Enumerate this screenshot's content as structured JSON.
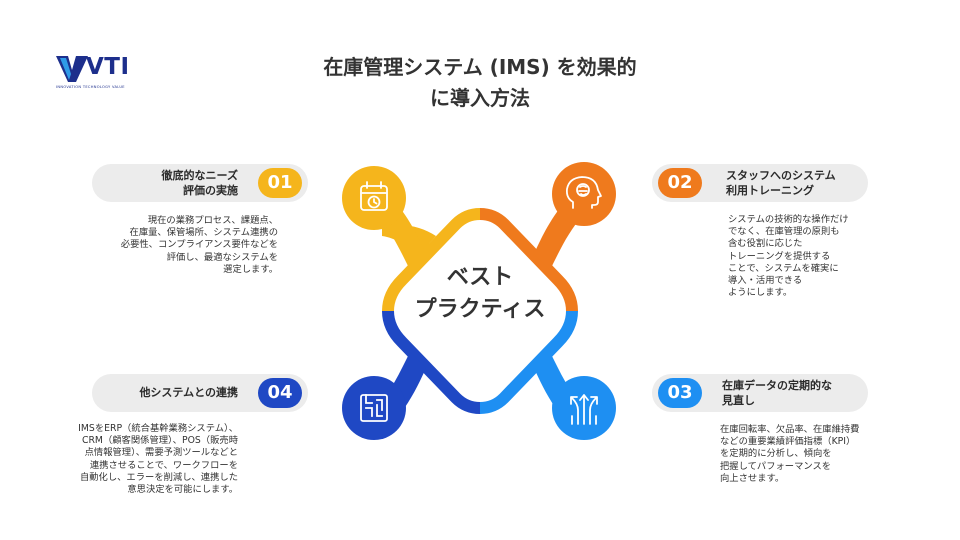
{
  "logo": {
    "word": "VTI",
    "tagline": "INNOVATION TECHNOLOGY VALUE"
  },
  "title": {
    "line1": "在庫管理システム (IMS) を効果的",
    "line2": "に導入方法"
  },
  "center": {
    "line1": "ベスト",
    "line2": "プラクティス"
  },
  "colors": {
    "yellow": "#f5b51c",
    "orange": "#ef7a1d",
    "dark_blue": "#1f48c4",
    "light_blue": "#1e8ff2",
    "pill_bg": "#ececec"
  },
  "items": [
    {
      "number": "01",
      "label_line1": "徹底的なニーズ",
      "label_line2": "評価の実施",
      "icon": "calendar-clock-icon",
      "description": "現在の業務プロセス、課題点、\n在庫量、保管場所、システム連携の\n必要性、コンプライアンス要件などを\n評価し、最適なシステムを\n選定します。"
    },
    {
      "number": "02",
      "label_line1": "スタッフへのシステム",
      "label_line2": "利用トレーニング",
      "icon": "head-brain-icon",
      "description": "システムの技術的な操作だけ\nでなく、在庫管理の原則も\n含む役割に応じた\nトレーニングを提供する\nことで、システムを確実に\n導入・活用できる\nようにします。"
    },
    {
      "number": "03",
      "label_line1": "在庫データの定期的な",
      "label_line2": "見直し",
      "icon": "branching-arrows-icon",
      "description": "在庫回転率、欠品率、在庫維持費\nなどの重要業績評価指標（KPI）\nを定期的に分析し、傾向を\n把握してパフォーマンスを\n向上させます。"
    },
    {
      "number": "04",
      "label_line1": "他システムとの連携",
      "label_line2": "",
      "icon": "maze-icon",
      "description": "IMSをERP（統合基幹業務システム）、\nCRM（顧客関係管理）、POS（販売時\n点情報管理）、需要予測ツールなどと\n連携させることで、ワークフローを\n自動化し、エラーを削減し、連携した\n意思決定を可能にします。"
    }
  ]
}
